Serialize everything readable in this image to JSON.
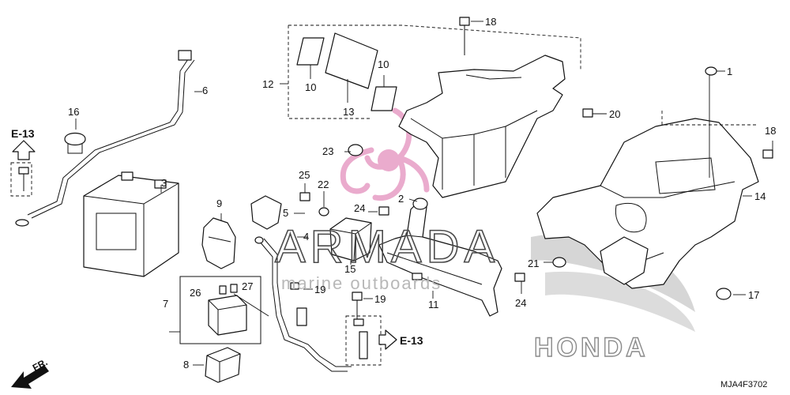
{
  "diagram": {
    "callouts": {
      "c1": "1",
      "c2": "2",
      "c3": "3",
      "c4": "4",
      "c5": "5",
      "c6": "6",
      "c7": "7",
      "c8": "8",
      "c9": "9",
      "c10a": "10",
      "c10b": "10",
      "c11": "11",
      "c12": "12",
      "c13": "13",
      "c14": "14",
      "c15": "15",
      "c16": "16",
      "c17": "17",
      "c18a": "18",
      "c18b": "18",
      "c19a": "19",
      "c19b": "19",
      "c20": "20",
      "c21": "21",
      "c22": "22",
      "c23": "23",
      "c24a": "24",
      "c24b": "24",
      "c25": "25",
      "c26": "26",
      "c27": "27"
    },
    "refs": {
      "top_left": "E-13",
      "bottom": "E-13"
    },
    "direction_label": "FR.",
    "diagram_code": "MJA4F3702",
    "watermark": {
      "brand": "ARMADA",
      "tagline": "marine outboards"
    },
    "logo_text": "HONDA",
    "colors": {
      "ink": "#111111",
      "watermark_logo": "#e8a3c8",
      "honda_shade": "#8a8a8a"
    }
  }
}
